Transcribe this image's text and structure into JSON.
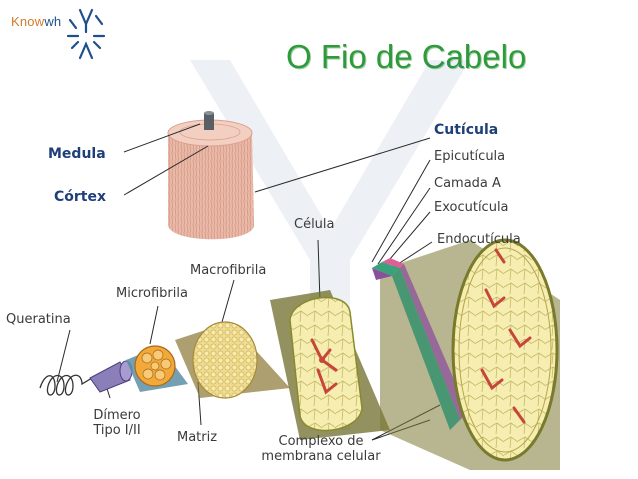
{
  "logo": {
    "brand_prefix": "Know",
    "brand_suffix": "wh"
  },
  "title": "O Fio de Cabelo",
  "labels": {
    "medula": "Medula",
    "cortex": "Córtex",
    "cuticula": "Cutícula",
    "epicuticula": "Epicutícula",
    "camada_a": "Camada A",
    "exocuticula": "Exocutícula",
    "endocuticula": "Endocutícula",
    "celula": "Célula",
    "macrofibrila": "Macrofibrila",
    "microfibrila": "Microfibrila",
    "queratina": "Queratina",
    "dimero_line1": "Dímero",
    "dimero_line2": "Tipo I/II",
    "matriz": "Matriz",
    "complexo_line1": "Complexo de",
    "complexo_line2": "membrana celular"
  },
  "colors": {
    "title": "#2f9a3c",
    "label_blue": "#1f3f78",
    "hair_pink": "#e9b7a7",
    "fiber_yellow": "#f3e79a",
    "fiber_olive": "#8a8a2c",
    "core_red": "#c8453a"
  }
}
